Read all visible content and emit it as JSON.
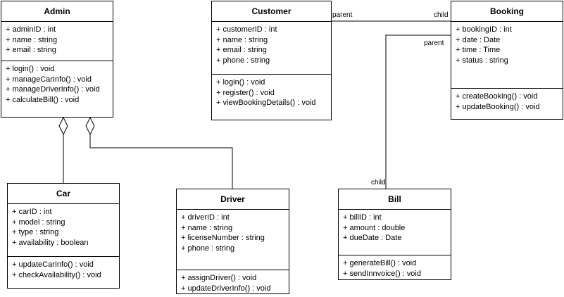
{
  "classes": {
    "admin": {
      "name": "Admin",
      "attributes": [
        "+ adminID : int",
        "+ name : string",
        "+ email : string"
      ],
      "methods": [
        "+ login() : void",
        "+ manageCarInfo() : void",
        "+ manageDriverInfo() : void",
        "+ calculateBill() : void"
      ]
    },
    "customer": {
      "name": "Customer",
      "attributes": [
        "+ customerID : int",
        "+ name : string",
        "+ email : string",
        "+ phone : string"
      ],
      "methods": [
        "+ login() : void",
        "+ register() : void",
        "+ viewBookingDetails() : void"
      ]
    },
    "booking": {
      "name": "Booking",
      "attributes": [
        "+ bookingID : int",
        "+ date : Date",
        "+ time : Time",
        "+ status : string"
      ],
      "methods": [
        "+ createBooking() : void",
        "+ updateBooking() : void"
      ]
    },
    "car": {
      "name": "Car",
      "attributes": [
        "+ carID : int",
        "+ model : string",
        "+ type : string",
        "+ availability : boolean"
      ],
      "methods": [
        "+ updateCarInfo() : void",
        "+ checkAvailability() : void"
      ]
    },
    "driver": {
      "name": "Driver",
      "attributes": [
        "+ driverID : int",
        "+ name : string",
        "+ licenseNumber : string",
        "+ phone : string"
      ],
      "methods": [
        "+ assignDriver() : void",
        "+ updateDriverInfo() : void"
      ]
    },
    "bill": {
      "name": "Bill",
      "attributes": [
        "+ billID : int",
        "+ amount : double",
        "+ dueDate : Date"
      ],
      "methods": [
        "+ generateBill() : void",
        "+ sendInnvoice() : void"
      ]
    }
  },
  "relations": {
    "customer_booking": {
      "source_label": "parent",
      "target_label": "child"
    },
    "booking_bill": {
      "source_label": "parent",
      "target_label": "child"
    }
  }
}
